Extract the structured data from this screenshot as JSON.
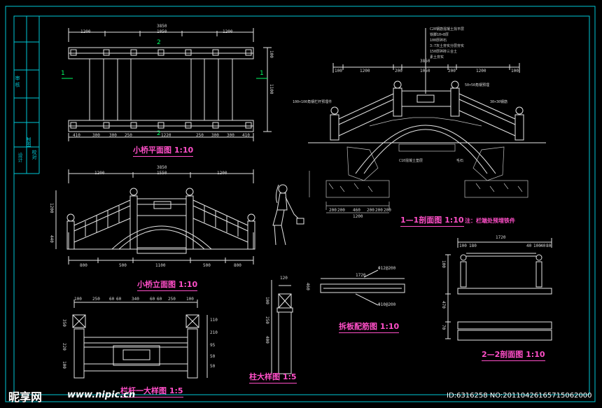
{
  "colors": {
    "frame": "#00c8d6",
    "line": "#e6e6e6",
    "detail": "#ffffff",
    "label": "#ff4fc8",
    "ground": "#c0c0c0",
    "marker": "#00ff66"
  },
  "title_block": {
    "row1": "审 核",
    "row2": "设计",
    "row3": "制图",
    "row4": "校对"
  },
  "views": {
    "plan": {
      "title": "小桥平面图 1:10",
      "section_mark": "1",
      "mark2": "2",
      "top_dims": [
        "3850",
        "1200",
        "1050",
        "1200"
      ],
      "bottom_dims": [
        "410",
        "300",
        "300",
        "250",
        "1220",
        "250",
        "300",
        "300",
        "410"
      ],
      "side_dims": [
        "100",
        "1100"
      ]
    },
    "elevation": {
      "title": "小桥立面图 1:10",
      "top_dims": [
        "3850",
        "1200",
        "1550",
        "1200"
      ],
      "bottom_dims": [
        "800",
        "500",
        "1100",
        "500",
        "800"
      ],
      "side_dims": [
        "1200",
        "440"
      ]
    },
    "section11": {
      "title": "1—1剖面图 1:10",
      "note": "注：栏端处预埋铁件",
      "top_dims": [
        "3850",
        "100",
        "1200",
        "200",
        "1050",
        "200",
        "1200",
        "100"
      ],
      "bottom_dims": [
        "200",
        "200",
        "460",
        "200",
        "200",
        "200"
      ],
      "bottom_total": "1200",
      "callouts": [
        "C20钢筋混凝土找平层",
        "铁脚10×8厚",
        "100厚碎石",
        "3:7灰土夯实分层夯实",
        "150厚碎砖三合土",
        "素土夯实"
      ],
      "left_notes": [
        "100×100角钢栏杆预埋件",
        "C10混凝土垫层"
      ],
      "right_notes": [
        "50×50角钢预埋",
        "30×30钢筋",
        "毛石"
      ]
    },
    "section22": {
      "title": "2—2剖面图 1:10",
      "top_dims": [
        "1720",
        "100",
        "180",
        "40",
        "100",
        "40",
        "80"
      ],
      "side_dims": [
        "100",
        "470",
        "70"
      ]
    },
    "railing": {
      "title": "栏杆一大样图 1:5",
      "top_dims": [
        "100",
        "250",
        "60",
        "60",
        "340",
        "60",
        "60",
        "250",
        "100"
      ],
      "side_dims": [
        "350",
        "220",
        "100",
        "110",
        "210",
        "95",
        "50",
        "50"
      ]
    },
    "column": {
      "title": "柱大样图 1:5",
      "dims": [
        "120",
        "100",
        "250",
        "400",
        "460"
      ]
    },
    "slab": {
      "title": "拆板配筋图 1:10",
      "dims": [
        "1720",
        "Φ12@200",
        "Φ10@200"
      ]
    }
  },
  "watermark": {
    "brand": "昵享网",
    "url": "www.nipic.cn",
    "id_text": "ID:6316258 NO:20110426165715062000"
  }
}
